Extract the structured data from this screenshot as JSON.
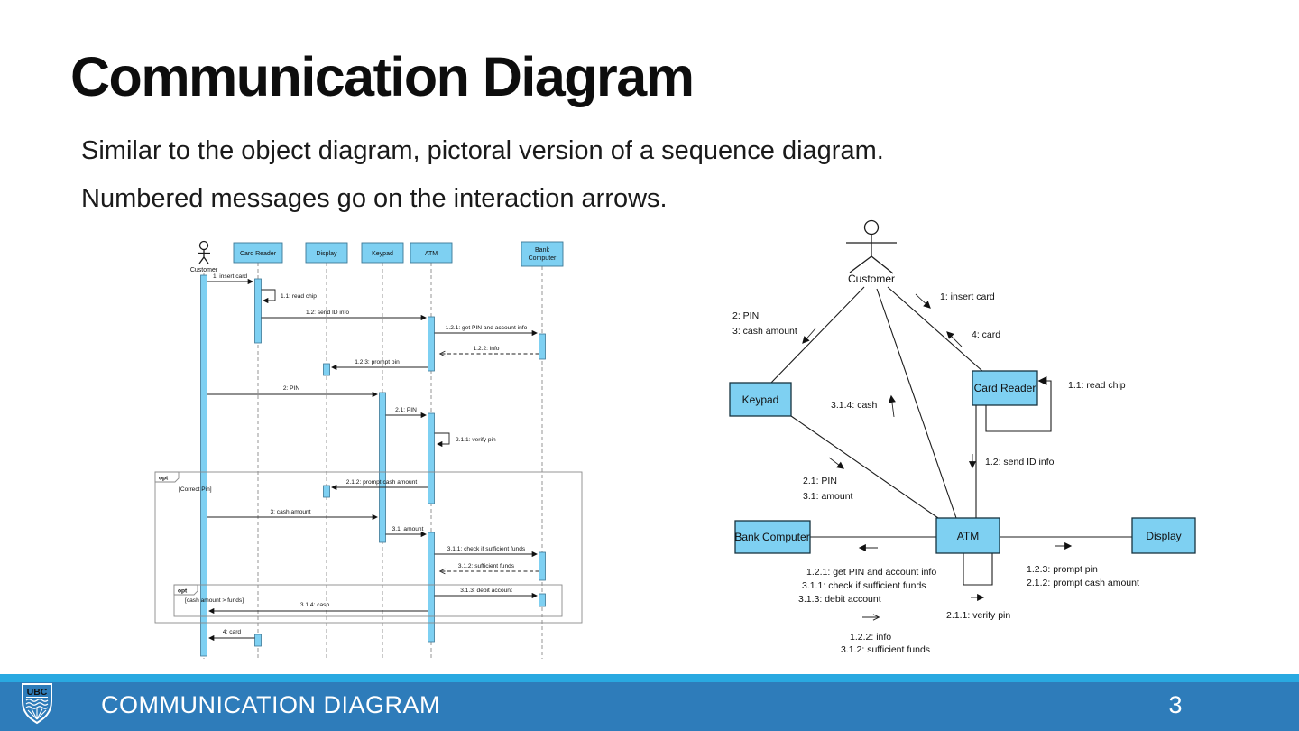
{
  "slide": {
    "title": "Communication Diagram",
    "body_lines": [
      "Similar to the object diagram, pictoral version of a sequence diagram.",
      "Numbered messages go on the interaction arrows."
    ]
  },
  "footer": {
    "logo_text": "UBC",
    "section_title": "COMMUNICATION DIAGRAM",
    "page_number": "3"
  },
  "colors": {
    "footer_bar": "#2e7cba",
    "footer_strip": "#29a9e1",
    "node_fill": "#7ed0f2",
    "node_stroke_seq": "#3c7795",
    "node_stroke_comm": "#16323f",
    "line": "#222222",
    "text": "#111111"
  },
  "seq": {
    "lifelines": [
      {
        "label": "Customer"
      },
      {
        "label": "Card Reader"
      },
      {
        "label": "Display"
      },
      {
        "label": "Keypad"
      },
      {
        "label": "ATM"
      },
      {
        "label": "Bank Computer",
        "line1": "Bank",
        "line2": "Computer"
      }
    ],
    "fragments": [
      {
        "op": "opt",
        "guard": "[Correct Pin]"
      },
      {
        "op": "opt",
        "guard": "[cash amount > funds]"
      }
    ],
    "messages": [
      "1: insert card",
      "1.1: read chip",
      "1.2: send ID info",
      "1.2.1: get PIN and account info",
      "1.2.2: info",
      "1.2.3: prompt pin",
      "2: PIN",
      "2.1: PIN",
      "2.1.1: verify pin",
      "2.1.2: prompt cash amount",
      "3: cash amount",
      "3.1: amount",
      "3.1.1: check if sufficient funds",
      "3.1.2: sufficient funds",
      "3.1.3: debit account",
      "3.1.4: cash",
      "4: card"
    ]
  },
  "comm": {
    "actor": "Customer",
    "nodes": [
      "Keypad",
      "Card Reader",
      "Bank Computer",
      "ATM",
      "Display"
    ],
    "messages": [
      "1: insert card",
      "4: card",
      "2: PIN",
      "3: cash amount",
      "3.1.4: cash",
      "1.1: read chip",
      "1.2: send ID info",
      "2.1: PIN",
      "3.1: amount",
      "1.2.1: get PIN and account info",
      "3.1.1: check if sufficient funds",
      "3.1.3: debit account",
      "1.2.2: info",
      "3.1.2: sufficient funds",
      "2.1.1: verify pin",
      "1.2.3: prompt pin",
      "2.1.2: prompt cash amount"
    ]
  }
}
